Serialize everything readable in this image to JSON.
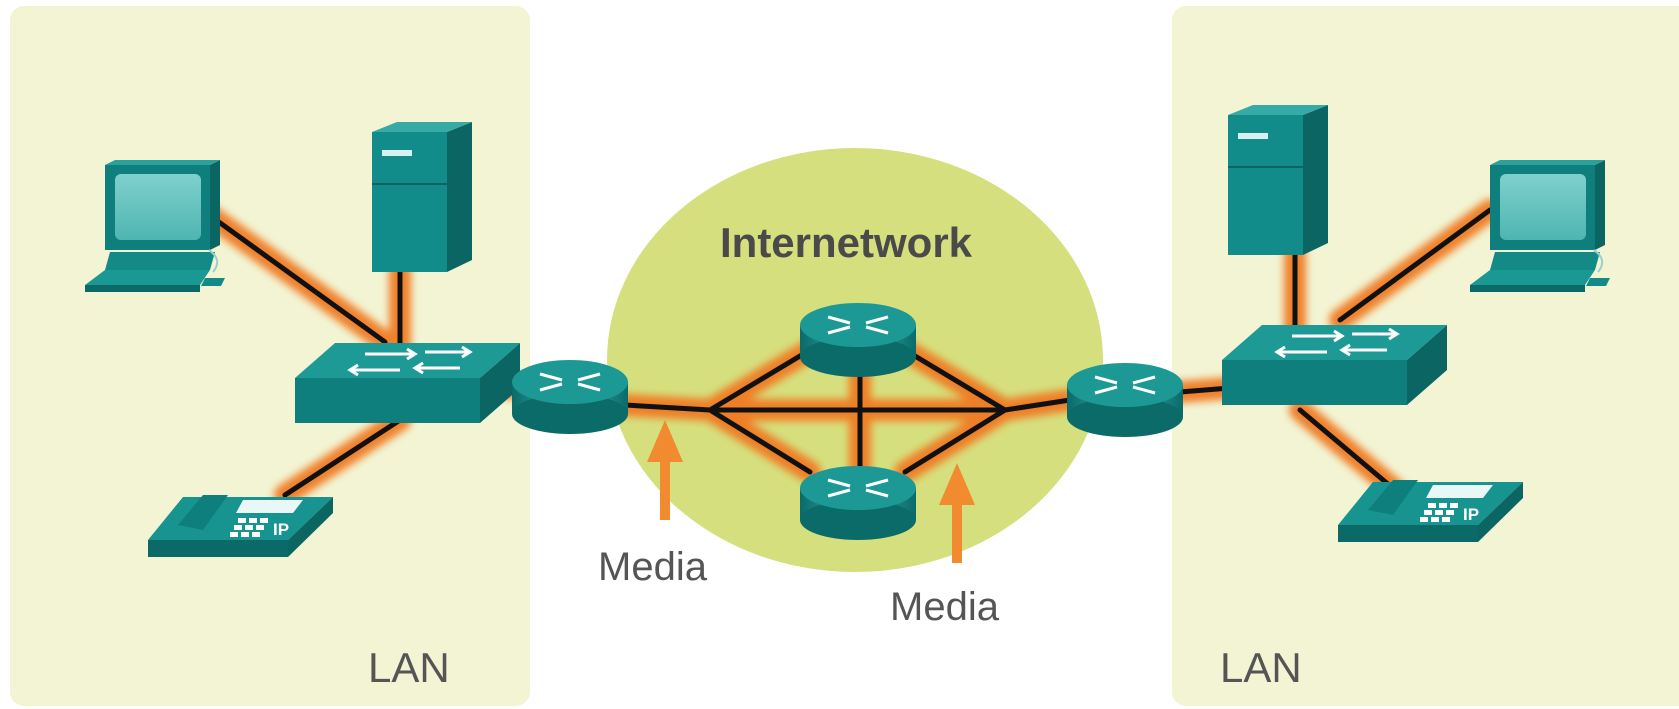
{
  "diagram": {
    "left_zone_label": "LAN",
    "right_zone_label": "LAN",
    "cloud_label": "Internetwork",
    "media_label_left": "Media",
    "media_label_right": "Media",
    "phone_badge_left": "IP",
    "phone_badge_right": "IP"
  },
  "colors": {
    "lan_zone": "#f2f4d4",
    "cloud": "#d6df7e",
    "device_teal": "#128c8a",
    "device_teal_light": "#5fc0bd",
    "link_black": "#111111",
    "link_glow": "#f07a24",
    "arrow_orange": "#f28a30",
    "label_gray": "#555555"
  },
  "icons": [
    "pc-icon",
    "server-icon",
    "switch-icon",
    "router-icon",
    "ip-phone-icon",
    "arrow-up-icon"
  ]
}
